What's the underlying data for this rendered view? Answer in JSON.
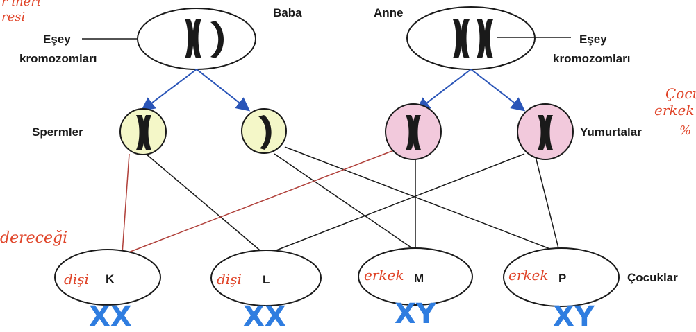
{
  "labels": {
    "father": "Baba",
    "mother": "Anne",
    "sex_chrom_left_1": "Eşey",
    "sex_chrom_left_2": "kromozomları",
    "sex_chrom_right_1": "Eşey",
    "sex_chrom_right_2": "kromozomları",
    "sperms": "Spermler",
    "eggs": "Yumurtalar",
    "children": "Çocuklar"
  },
  "children": [
    {
      "letter": "K",
      "note": "dişi",
      "genotype": "XX"
    },
    {
      "letter": "L",
      "note": "dişi",
      "genotype": "XX"
    },
    {
      "letter": "M",
      "note": "erkek",
      "genotype": "XY"
    },
    {
      "letter": "P",
      "note": "erkek",
      "genotype": "XY"
    }
  ],
  "handwriting": {
    "top_left_1": "r ineri",
    "top_left_2": "resi",
    "left_mid": "dereceği",
    "right_1": "Çocu",
    "right_2": "erkek",
    "right_3": "%"
  },
  "colors": {
    "arrow": "#2a55b8",
    "sperm_fill": "#f4f7c8",
    "egg_fill": "#f2c9dc",
    "red_line": "#b0403a",
    "black_line": "#1a1a1a",
    "hand_red": "#e0452a",
    "hand_blue": "#2f7de0"
  }
}
